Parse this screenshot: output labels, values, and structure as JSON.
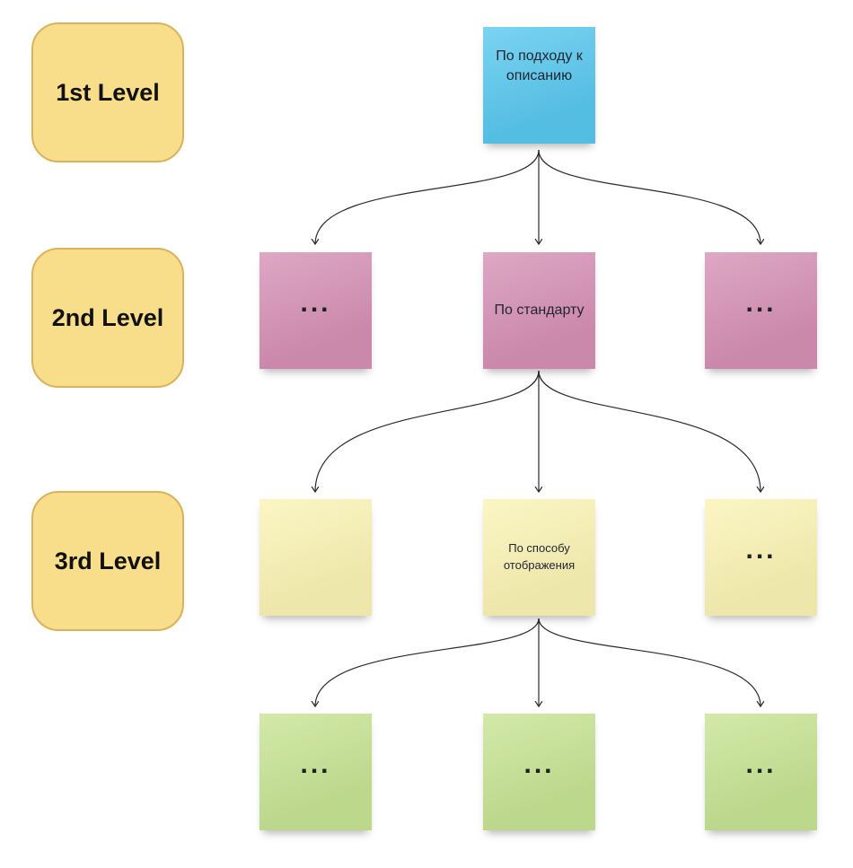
{
  "board": {
    "background": "#ffffff",
    "connector_color": "#2b2b2b"
  },
  "level_labels": [
    {
      "label": "1st Level",
      "fill": "#F8DD8A",
      "border": "#D9B25C"
    },
    {
      "label": "2nd Level",
      "fill": "#F8DD8A",
      "border": "#D9B25C"
    },
    {
      "label": "3rd Level",
      "fill": "#F8DD8A",
      "border": "#D9B25C"
    }
  ],
  "notes": {
    "root": {
      "text": "По подходу к описанию",
      "color": "#57C7EE"
    },
    "level2": [
      {
        "text": "...",
        "color": "#D58FB4"
      },
      {
        "text": "По стандарту",
        "color": "#D58FB4"
      },
      {
        "text": "...",
        "color": "#D58FB4"
      }
    ],
    "level3": [
      {
        "text": "",
        "color": "#FAF3B4"
      },
      {
        "text": "По способу отображения",
        "color": "#FAF3B4"
      },
      {
        "text": "...",
        "color": "#FAF3B4"
      }
    ],
    "level4": [
      {
        "text": "...",
        "color": "#C6E392"
      },
      {
        "text": "...",
        "color": "#C6E392"
      },
      {
        "text": "...",
        "color": "#C6E392"
      }
    ]
  }
}
